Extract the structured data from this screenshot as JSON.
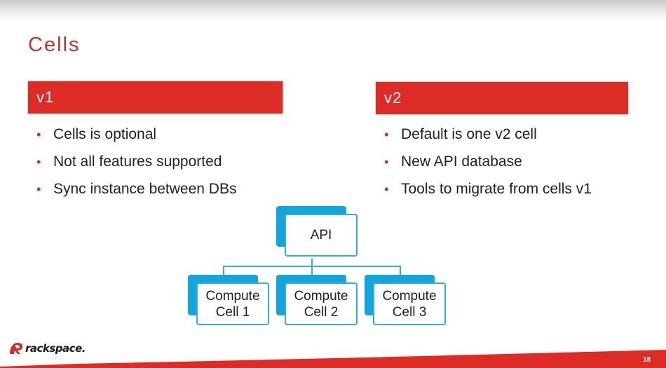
{
  "slide": {
    "title": "Cells",
    "page_number": "18",
    "logo_text": "rackspace."
  },
  "columns": [
    {
      "heading": "v1",
      "bullets": [
        "Cells is optional",
        "Not all features supported",
        "Sync instance between DBs"
      ]
    },
    {
      "heading": "v2",
      "bullets": [
        "Default is one v2 cell",
        "New API database",
        "Tools to migrate from cells v1"
      ]
    }
  ],
  "diagram": {
    "root": "API",
    "children": [
      [
        "Compute",
        "Cell 1"
      ],
      [
        "Compute",
        "Cell 2"
      ],
      [
        "Compute",
        "Cell 3"
      ]
    ]
  },
  "colors": {
    "accent_red": "#dd2b26",
    "diagram_blue": "#12a6dd",
    "text": "#222222"
  }
}
